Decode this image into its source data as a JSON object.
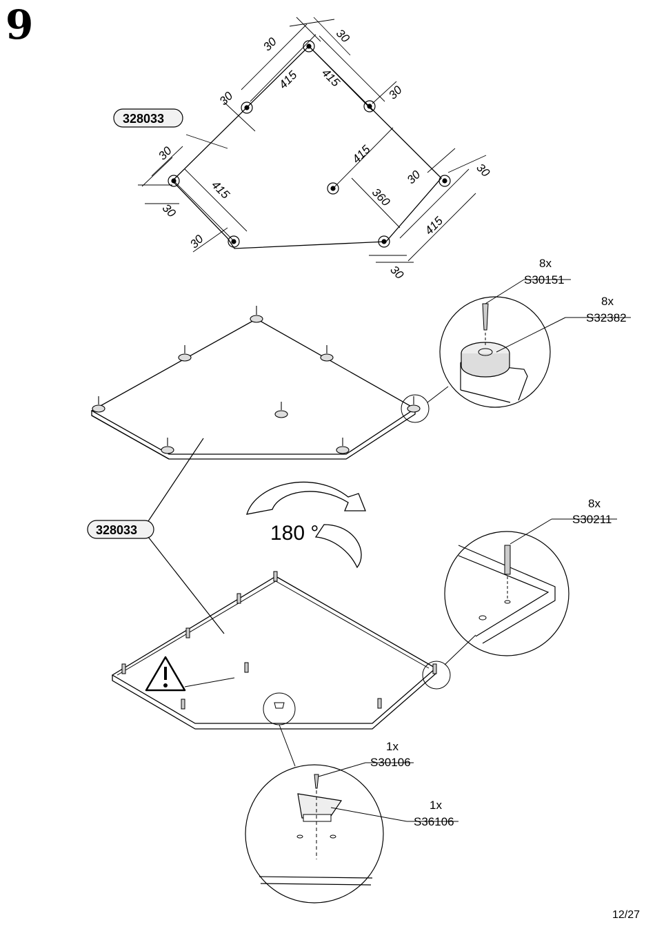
{
  "step_number": "9",
  "page_number": "12/27",
  "dimension_views": {
    "panel_code": "328033",
    "dims": {
      "top_a": "30",
      "top_b": "30",
      "edge_left_upper": "415",
      "edge_right_upper": "415",
      "left_upper_30": "30",
      "right_upper_30": "30",
      "left_mid_30": "30",
      "left_edge_415": "415",
      "left_lower_30": "30",
      "bottom_left_30": "30",
      "center_415": "415",
      "center_360": "360",
      "right_mid_30": "30",
      "right_outer_30": "30",
      "right_edge_415": "415",
      "bottom_right_30": "30"
    }
  },
  "assembly": {
    "panel_code_lower": "328033",
    "rotation_label": "180 °",
    "callouts": [
      {
        "qty": "8x",
        "code": "S30151"
      },
      {
        "qty": "8x",
        "code": "S32382"
      },
      {
        "qty": "8x",
        "code": "S30211"
      },
      {
        "qty": "1x",
        "code": "S30106"
      },
      {
        "qty": "1x",
        "code": "S36106"
      }
    ]
  },
  "colors": {
    "line": "#000000",
    "background": "#ffffff",
    "part_fill": "#f2f2f2"
  }
}
